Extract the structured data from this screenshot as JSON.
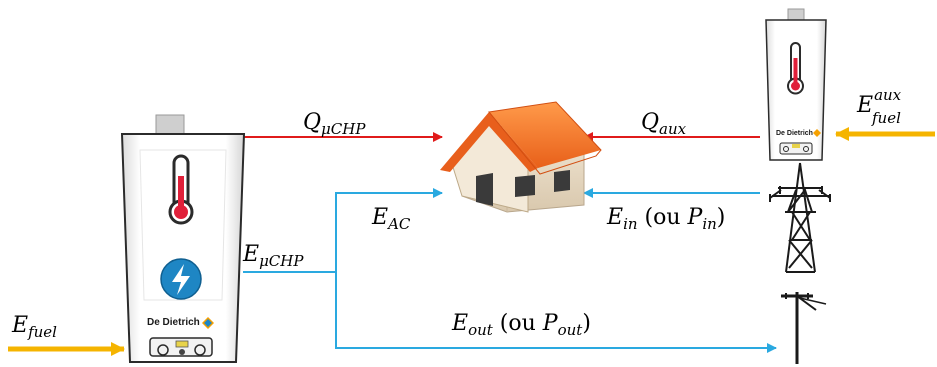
{
  "colors": {
    "heat_flow": "#e01b1b",
    "electric_flow": "#2aa9e0",
    "fuel_flow": "#f5b400",
    "roof": "#f27a2a",
    "wall": "#efe2cf",
    "lightning_circle": "#1e86c4"
  },
  "icons": [
    "thermometer-icon",
    "lightning-bolt-icon",
    "house-icon",
    "power-pylon-icon",
    "utility-pole-icon",
    "boiler-icon"
  ],
  "left_boiler": {
    "brand": "De Dietrich"
  },
  "right_boiler": {
    "brand": "De Dietrich"
  },
  "labels": {
    "q_uchp": {
      "main": "Q",
      "sub": "μCHP"
    },
    "q_aux": {
      "main": "Q",
      "sub": "aux"
    },
    "e_uchp": {
      "main": "E",
      "sub": "μCHP"
    },
    "e_ac": {
      "main": "E",
      "sub": "AC"
    },
    "e_in": {
      "main": "E",
      "sub": "in",
      "paren_open": " (ou ",
      "alt_main": "P",
      "alt_sub": "in",
      "paren_close": ")"
    },
    "e_out": {
      "main": "E",
      "sub": "out",
      "paren_open": " (ou ",
      "alt_main": "P",
      "alt_sub": "out",
      "paren_close": ")"
    },
    "e_fuel": {
      "main": "E",
      "sub": "fuel"
    },
    "e_fuel_aux": {
      "main": "E",
      "sub": "fuel",
      "sup": "aux"
    }
  }
}
